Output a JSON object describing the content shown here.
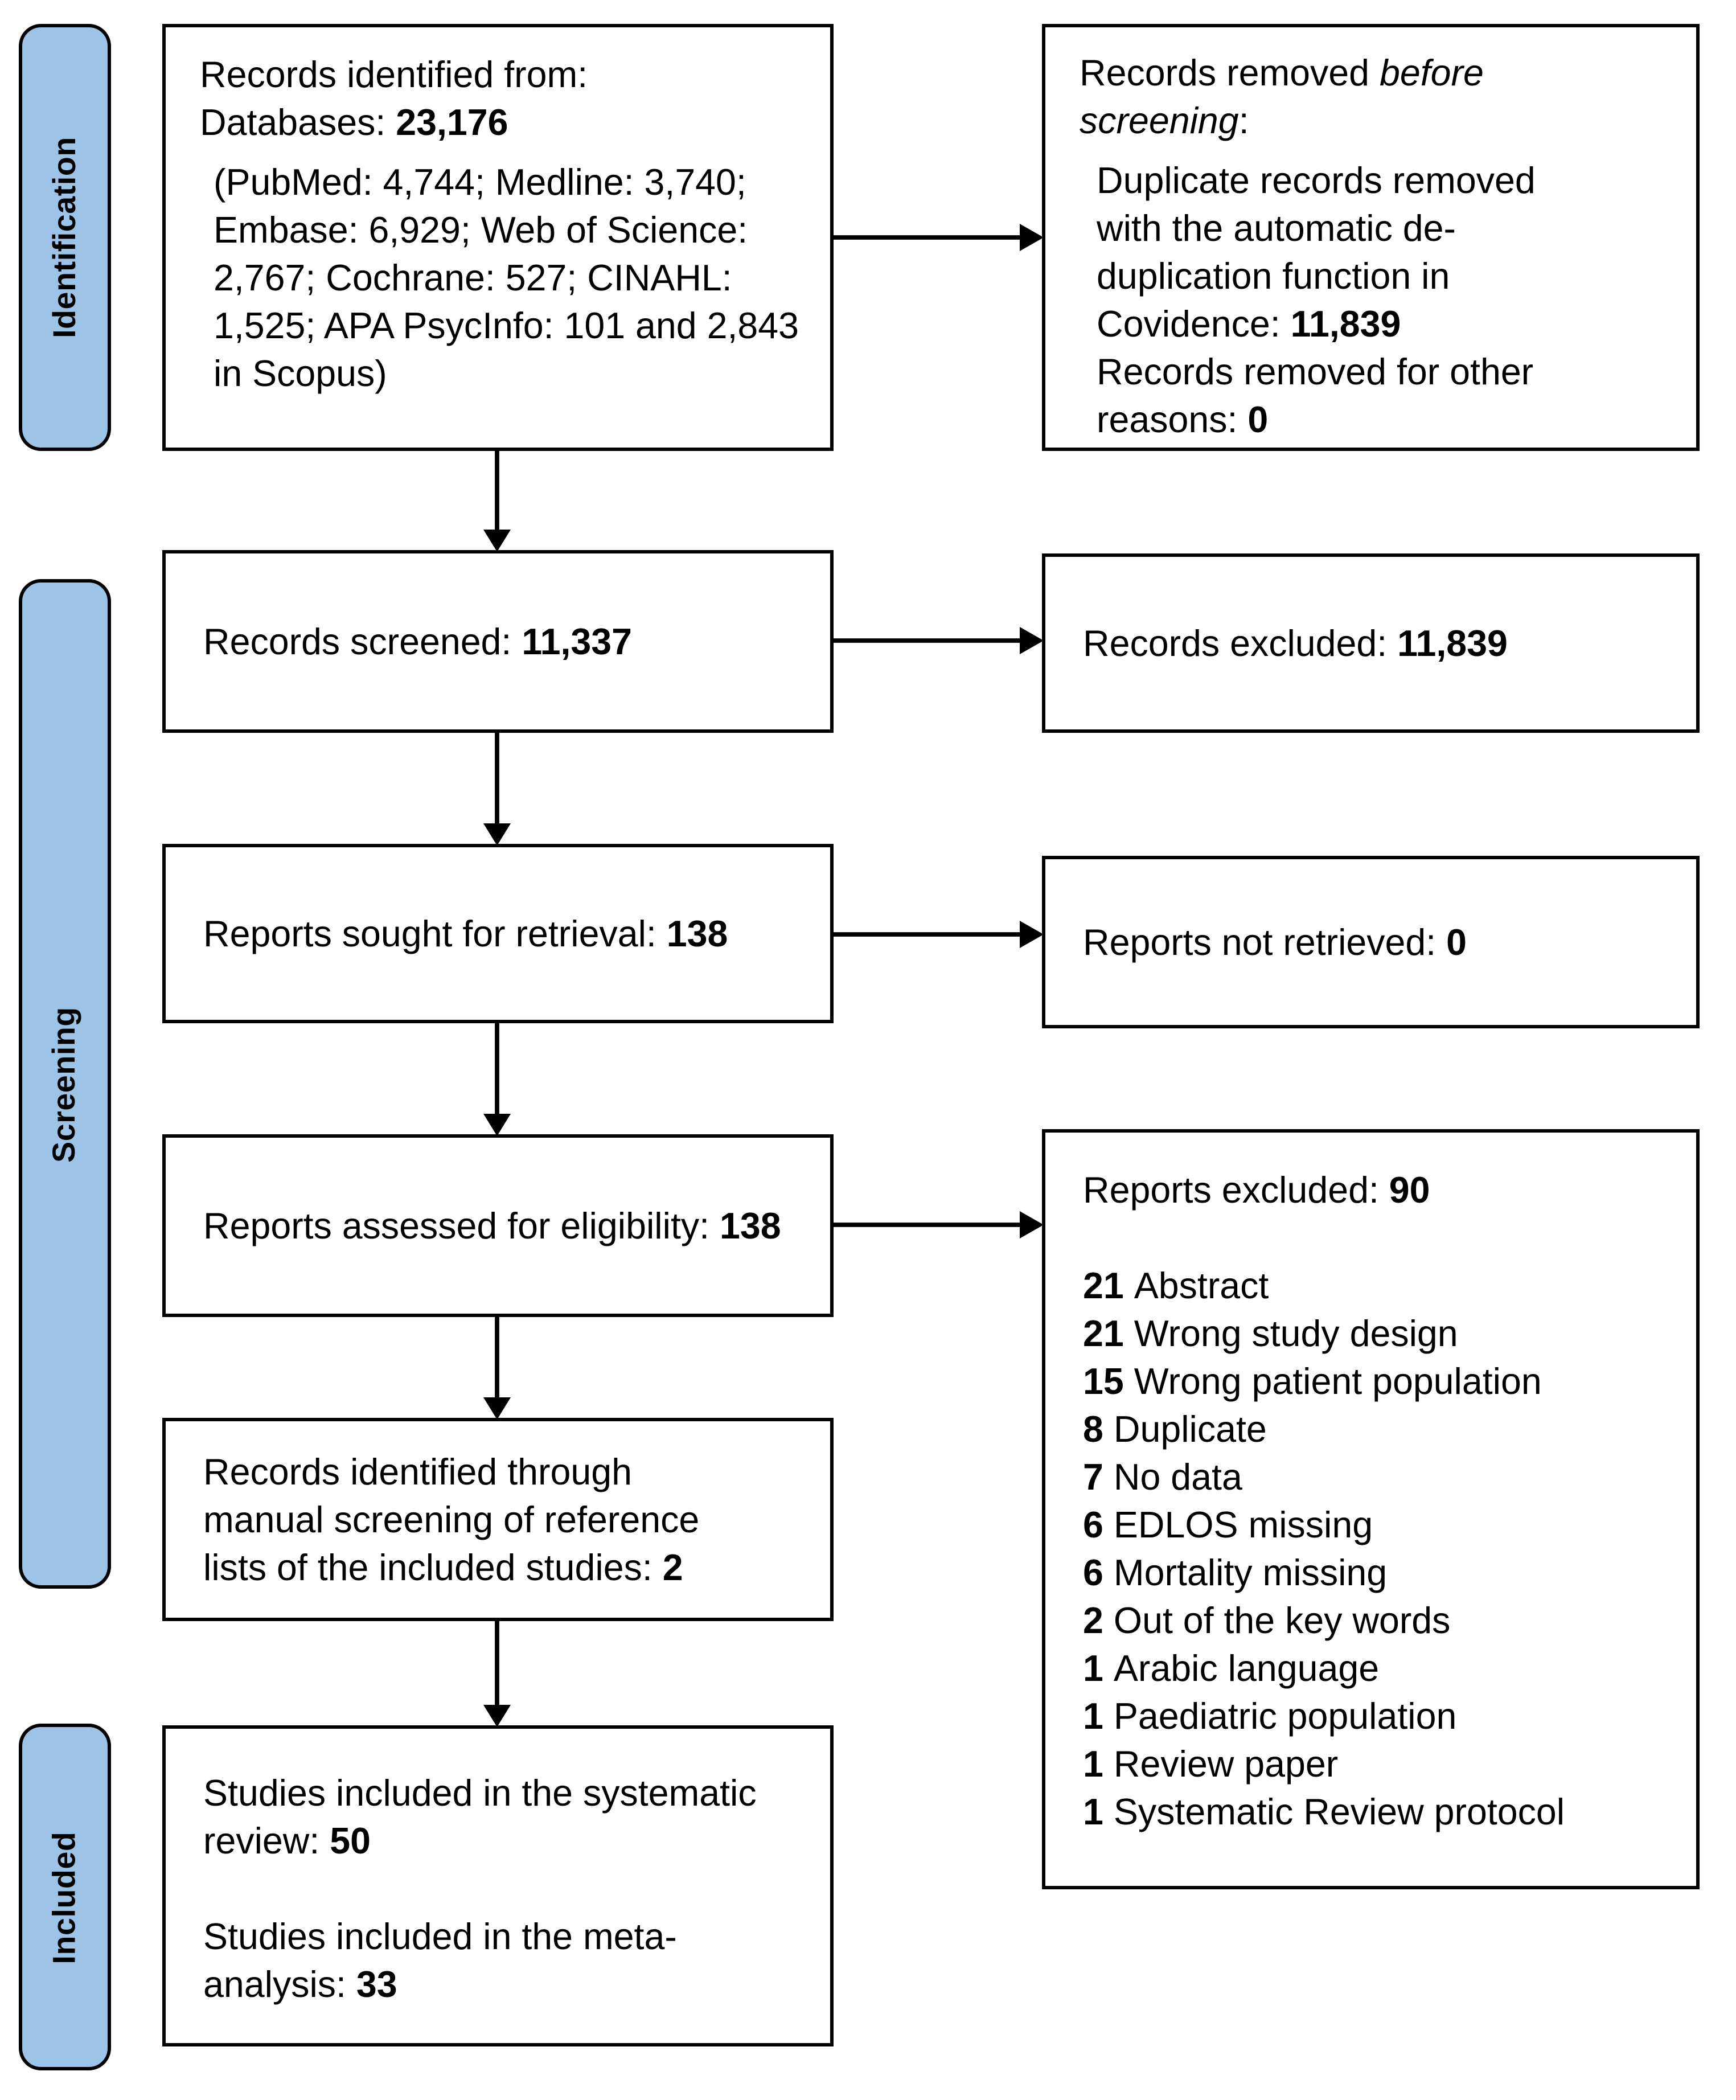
{
  "stages": [
    {
      "label": "Identification"
    },
    {
      "label": "Screening"
    },
    {
      "label": "Included"
    }
  ],
  "boxes": {
    "records_identified": {
      "line1": "Records identified from:",
      "line2_label": "Databases: ",
      "line2_value": "23,176",
      "detail": "(PubMed: 4,744; Medline: 3,740; Embase: 6,929; Web of Science: 2,767; Cochrane: 527; CINAHL: 1,525; APA PsycInfo: 101 and 2,843 in Scopus)"
    },
    "records_removed": {
      "title_prefix": "Records removed ",
      "title_italic": "before screening",
      "title_suffix": ":",
      "item1_label": "Duplicate records removed with the automatic de-duplication function in Covidence: ",
      "item1_value": "11,839",
      "item2_label": "Records removed for other reasons: ",
      "item2_value": "0"
    },
    "records_screened": {
      "label": "Records screened: ",
      "value": "11,337"
    },
    "records_excluded": {
      "label": "Records excluded: ",
      "value": "11,839"
    },
    "reports_sought": {
      "label": "Reports sought for retrieval: ",
      "value": "138"
    },
    "reports_not_retrieved": {
      "label": "Reports not retrieved: ",
      "value": "0"
    },
    "reports_assessed": {
      "label": "Reports assessed for eligibility: ",
      "value": "138"
    },
    "reports_excluded": {
      "label": "Reports excluded: ",
      "value": "90",
      "reasons": [
        {
          "count": "21",
          "reason": "Abstract"
        },
        {
          "count": "21",
          "reason": "Wrong study design"
        },
        {
          "count": "15",
          "reason": "Wrong patient population"
        },
        {
          "count": "8",
          "reason": "Duplicate"
        },
        {
          "count": "7",
          "reason": "No data"
        },
        {
          "count": "6",
          "reason": "EDLOS missing"
        },
        {
          "count": "6",
          "reason": "Mortality missing"
        },
        {
          "count": "2",
          "reason": "Out of the key words"
        },
        {
          "count": "1",
          "reason": "Arabic language"
        },
        {
          "count": "1",
          "reason": "Paediatric population"
        },
        {
          "count": "1",
          "reason": "Review paper"
        },
        {
          "count": "1",
          "reason": "Systematic Review protocol"
        }
      ]
    },
    "manual_screening": {
      "label": "Records identified through manual screening of reference lists of the included studies: ",
      "value": "2"
    },
    "studies_included": {
      "line1_label": "Studies included in the systematic review: ",
      "line1_value": "50",
      "line2_label": "Studies included in the meta-analysis: ",
      "line2_value": "33"
    }
  },
  "colors": {
    "stage_fill": "#9DC3E6",
    "stage_border": "#000000",
    "box_border": "#000000",
    "arrow": "#000000",
    "background": "#FFFFFF",
    "text": "#000000"
  }
}
